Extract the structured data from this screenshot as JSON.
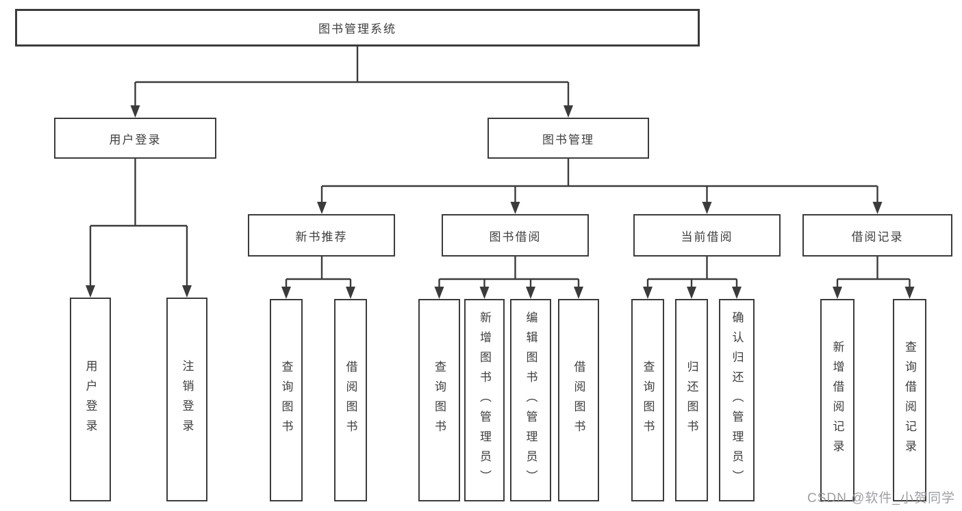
{
  "diagram": {
    "root": {
      "label": "图书管理系统",
      "children": [
        {
          "label": "用户登录",
          "children": [
            {
              "label": "用户登录"
            },
            {
              "label": "注销登录"
            }
          ]
        },
        {
          "label": "图书管理",
          "children": [
            {
              "label": "新书推荐",
              "children": [
                {
                  "label": "查询图书"
                },
                {
                  "label": "借阅图书"
                }
              ]
            },
            {
              "label": "图书借阅",
              "children": [
                {
                  "label": "查询图书"
                },
                {
                  "label": "新增图书（管理员）"
                },
                {
                  "label": "编辑图书（管理员）"
                },
                {
                  "label": "借阅图书"
                }
              ]
            },
            {
              "label": "当前借阅",
              "children": [
                {
                  "label": "查询图书"
                },
                {
                  "label": "归还图书"
                },
                {
                  "label": "确认归还（管理员）"
                }
              ]
            },
            {
              "label": "借阅记录",
              "children": [
                {
                  "label": "新增借阅记录"
                },
                {
                  "label": "查询借阅记录"
                }
              ]
            }
          ]
        }
      ]
    }
  },
  "watermark": {
    "text": "CSDN @软件_小贺同学"
  },
  "colors": {
    "line": "#3b3b3b",
    "box_border": "#3b3b3b",
    "text": "#3d3d3d",
    "background": "#ffffff",
    "watermark": "#919498"
  }
}
